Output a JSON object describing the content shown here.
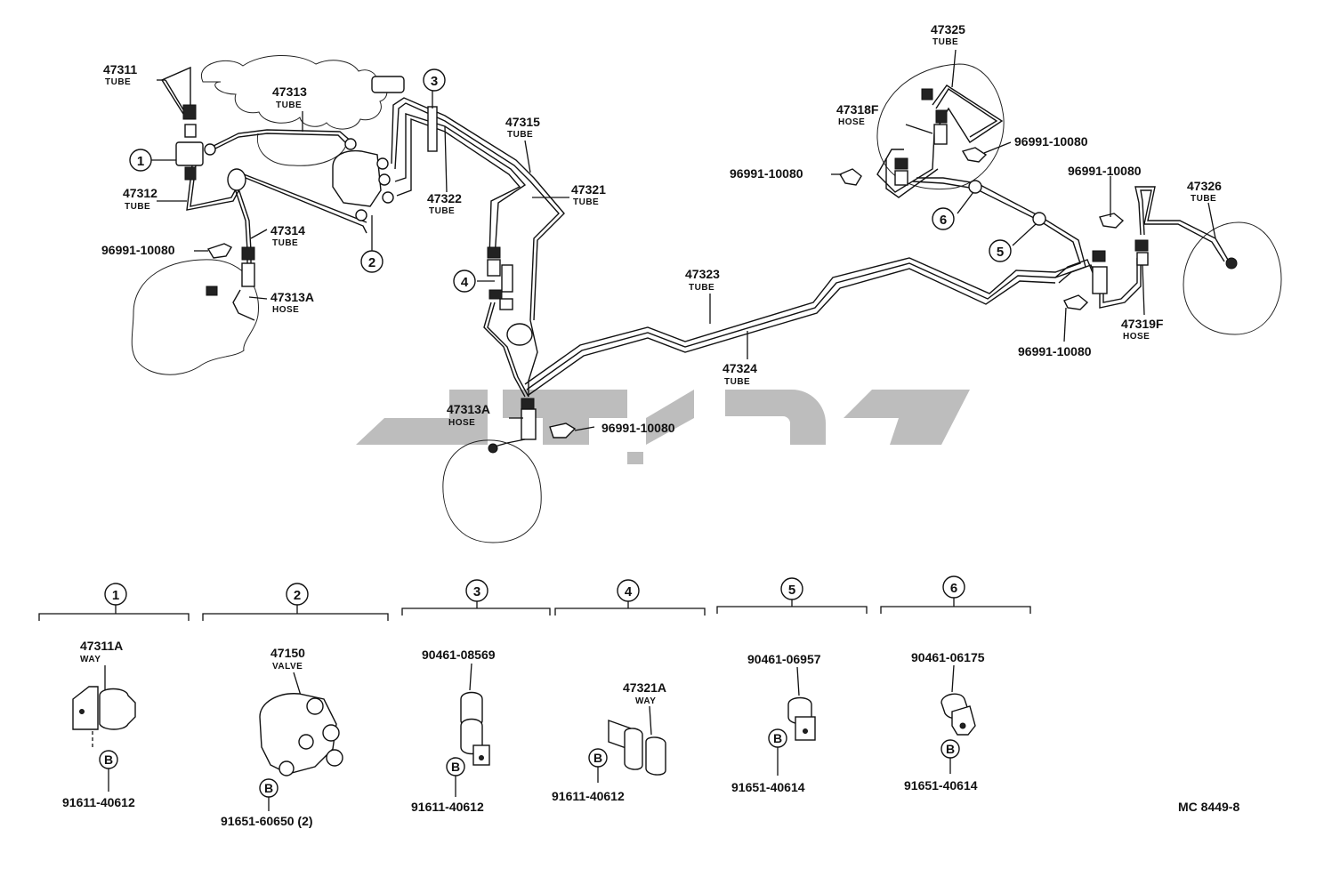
{
  "labels": {
    "p47311": {
      "num": "47311",
      "sub": "TUBE"
    },
    "p47313": {
      "num": "47313",
      "sub": "TUBE"
    },
    "p47312": {
      "num": "47312",
      "sub": "TUBE"
    },
    "p47314": {
      "num": "47314",
      "sub": "TUBE"
    },
    "p96991_a": {
      "num": "96991-10080"
    },
    "p47313A_a": {
      "num": "47313A",
      "sub": "HOSE"
    },
    "p47315": {
      "num": "47315",
      "sub": "TUBE"
    },
    "p47322": {
      "num": "47322",
      "sub": "TUBE"
    },
    "p47321": {
      "num": "47321",
      "sub": "TUBE"
    },
    "p47323": {
      "num": "47323",
      "sub": "TUBE"
    },
    "p47324": {
      "num": "47324",
      "sub": "TUBE"
    },
    "p47313A_b": {
      "num": "47313A",
      "sub": "HOSE"
    },
    "p96991_b": {
      "num": "96991-10080"
    },
    "p47325": {
      "num": "47325",
      "sub": "TUBE"
    },
    "p47318F": {
      "num": "47318F",
      "sub": "HOSE"
    },
    "p96991_c": {
      "num": "96991-10080"
    },
    "p96991_d": {
      "num": "96991-10080"
    },
    "p96991_e": {
      "num": "96991-10080"
    },
    "p47326": {
      "num": "47326",
      "sub": "TUBE"
    },
    "p47319F": {
      "num": "47319F",
      "sub": "HOSE"
    },
    "p96991_f": {
      "num": "96991-10080"
    }
  },
  "callouts": [
    "1",
    "2",
    "3",
    "4",
    "5",
    "6"
  ],
  "details": [
    {
      "id": "1",
      "top": "47311A",
      "top_sub": "WAY",
      "bottom": "91611-40612",
      "bolt": "B"
    },
    {
      "id": "2",
      "top": "47150",
      "top_sub": "VALVE",
      "bottom": "91651-60650 (2)",
      "bolt": "B"
    },
    {
      "id": "3",
      "top": "90461-08569",
      "top_sub": "",
      "bottom": "91611-40612",
      "bolt": "B"
    },
    {
      "id": "4",
      "top": "47321A",
      "top_sub": "WAY",
      "bottom": "91611-40612",
      "bolt": "B"
    },
    {
      "id": "5",
      "top": "90461-06957",
      "top_sub": "",
      "bottom": "91651-40614",
      "bolt": "B"
    },
    {
      "id": "6",
      "top": "90461-06175",
      "top_sub": "",
      "bottom": "91651-40614",
      "bolt": "B"
    }
  ],
  "ref_code": "MC 8449-8",
  "colors": {
    "line": "#111111",
    "watermark": "#bdbdbd",
    "background": "#ffffff"
  }
}
